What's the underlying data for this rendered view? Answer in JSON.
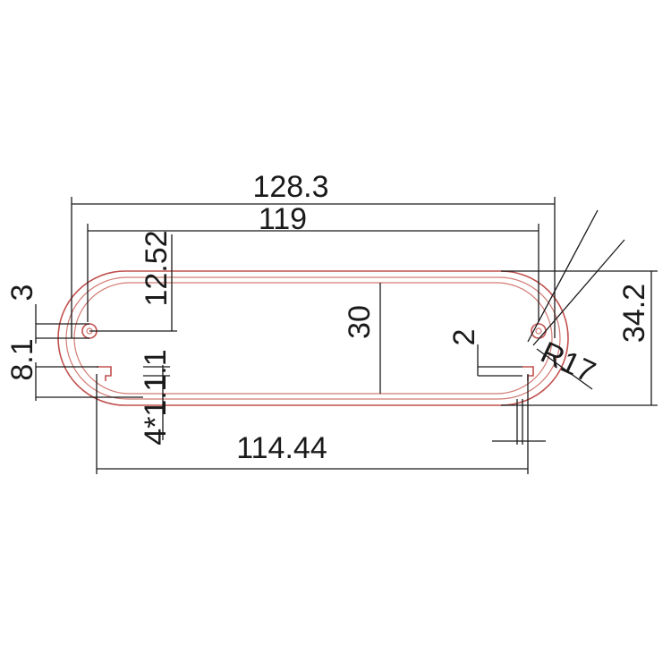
{
  "dimensions": {
    "overall_width": "128.3",
    "inner_width": "119",
    "bottom_width": "114.44",
    "height_outer": "34.2",
    "height_inner": "30",
    "slot_offset": "12.52",
    "left_3": "3",
    "left_8_1": "8.1",
    "slot_1_1": "1.1",
    "holes": "4*1.1",
    "wall_2": "2",
    "radius": "R17"
  },
  "colors": {
    "profile": "#c0504d",
    "dimension": "#1a1a1a",
    "background": "#ffffff"
  }
}
